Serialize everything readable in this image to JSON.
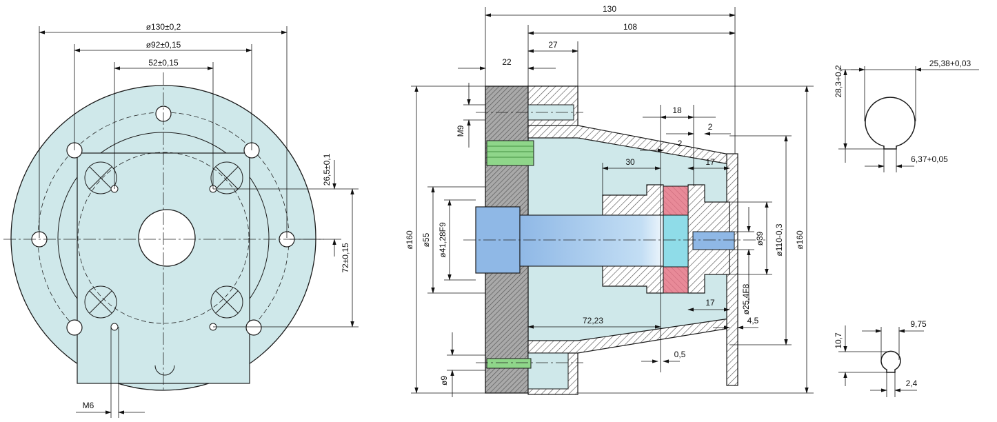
{
  "colors": {
    "body_fill": "#cfe8ea",
    "hatch_stroke": "#555555",
    "thread_green": "#8fd68a",
    "shaft_blue": "#8fb8e6",
    "bearing_red": "#e88a98",
    "bearing_cyan": "#8fdce8"
  },
  "front_view": {
    "dim_top_outer": "ø130±0,2",
    "dim_top_mid": "ø92±0,15",
    "dim_top_inner": "52±0,15",
    "dim_right_small": "26,5±0,1",
    "dim_right_large": "72±0,15",
    "dim_bottom_thread": "M6"
  },
  "section_view": {
    "dim_overall_length": "130",
    "dim_length_108": "108",
    "dim_27": "27",
    "dim_22": "22",
    "dim_18": "18",
    "dim_2_top": "2",
    "dim_2_mid": "2",
    "dim_30": "30",
    "dim_17_top": "17",
    "dim_17_bottom": "17",
    "dim_m9": "M9",
    "dim_d160_left": "ø160",
    "dim_d55": "ø55",
    "dim_d41": "ø41,28F9",
    "dim_d39": "ø39",
    "dim_d110": "ø110-0,3",
    "dim_d160_right": "ø160",
    "dim_d25": "ø25,4F8",
    "dim_72_23": "72,23",
    "dim_4_5": "4,5",
    "dim_0_5": "0,5",
    "dim_d9": "ø9"
  },
  "detail_top": {
    "dim_28_3": "28,3+0,2",
    "dim_25_38": "25,38+0,03",
    "dim_6_37": "6,37+0,05"
  },
  "detail_bottom": {
    "dim_10_7": "10,7",
    "dim_9_75": "9,75",
    "dim_2_4": "2,4"
  }
}
